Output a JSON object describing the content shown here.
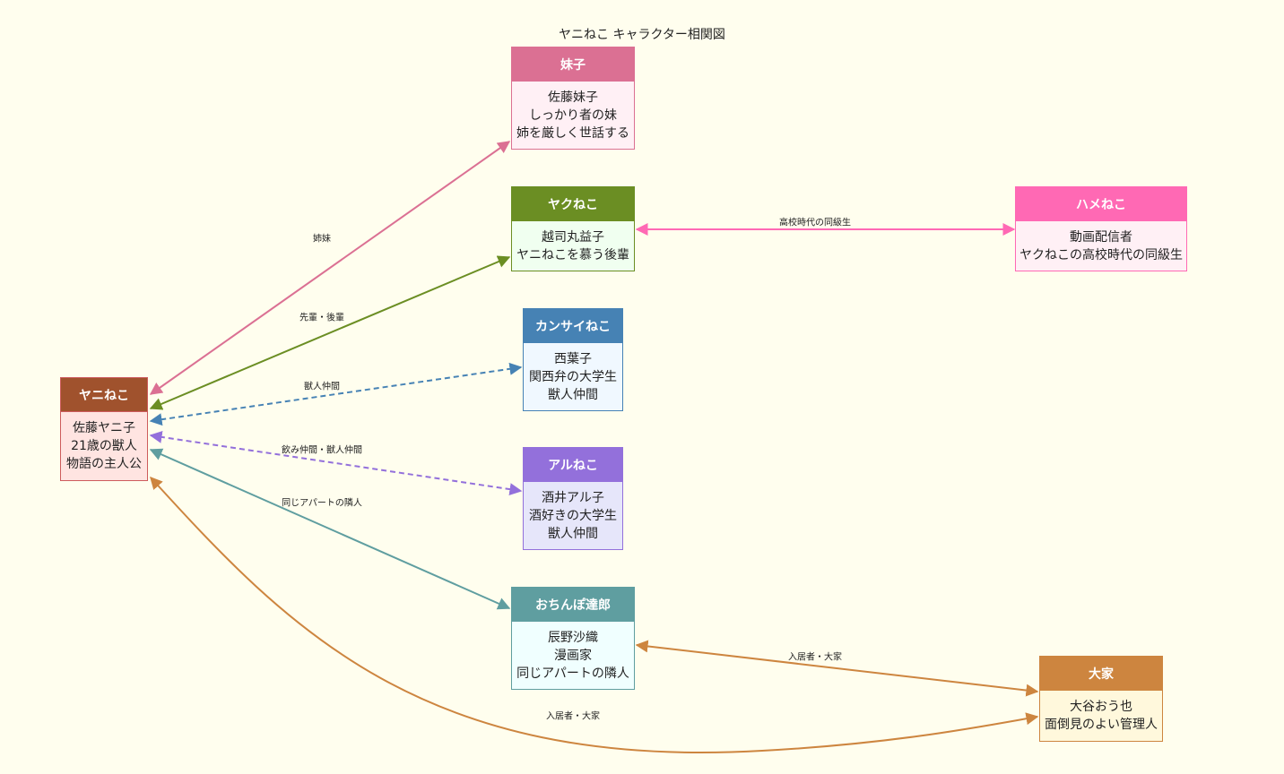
{
  "title": "ヤニねこ キャラクター相関図",
  "nodes": {
    "yani": {
      "head": "ヤニねこ",
      "lines": [
        "佐藤ヤニ子",
        "21歳の獣人",
        "物語の主人公"
      ],
      "head_color": "#a0522d",
      "border": "#cd5c5c",
      "body_color": "#ffe4e1"
    },
    "imo": {
      "head": "妹子",
      "lines": [
        "佐藤妹子",
        "しっかり者の妹",
        "姉を厳しく世話する"
      ],
      "head_color": "#db7093",
      "border": "#db7093",
      "body_color": "#fff0f5"
    },
    "yaku": {
      "head": "ヤクねこ",
      "lines": [
        "越司丸益子",
        "ヤニねこを慕う後輩"
      ],
      "head_color": "#6b8e23",
      "border": "#6b8e23",
      "body_color": "#f0fff0"
    },
    "hame": {
      "head": "ハメねこ",
      "lines": [
        "動画配信者",
        "ヤクねこの高校時代の同級生"
      ],
      "head_color": "#ff69b4",
      "border": "#ff69b4",
      "body_color": "#fff0f5"
    },
    "kansai": {
      "head": "カンサイねこ",
      "lines": [
        "西葉子",
        "関西弁の大学生",
        "獣人仲間"
      ],
      "head_color": "#4682b4",
      "border": "#4682b4",
      "body_color": "#f0f8ff"
    },
    "aru": {
      "head": "アルねこ",
      "lines": [
        "酒井アル子",
        "酒好きの大学生",
        "獣人仲間"
      ],
      "head_color": "#9370db",
      "border": "#9370db",
      "body_color": "#e6e6fa"
    },
    "ochin": {
      "head": "おちんぽ達郎",
      "lines": [
        "辰野沙織",
        "漫画家",
        "同じアパートの隣人"
      ],
      "head_color": "#5f9ea0",
      "border": "#5f9ea0",
      "body_color": "#f0ffff"
    },
    "ooya": {
      "head": "大家",
      "lines": [
        "大谷おう也",
        "面倒見のよい管理人"
      ],
      "head_color": "#cd853f",
      "border": "#cd853f",
      "body_color": "#fff8dc"
    }
  },
  "edges": [
    {
      "id": "e1",
      "label": "姉妹",
      "color": "#db7093",
      "dashed": false
    },
    {
      "id": "e2",
      "label": "先輩・後輩",
      "color": "#6b8e23",
      "dashed": false
    },
    {
      "id": "e3",
      "label": "獣人仲間",
      "color": "#4682b4",
      "dashed": true
    },
    {
      "id": "e4",
      "label": "飲み仲間・獣人仲間",
      "color": "#9370db",
      "dashed": true
    },
    {
      "id": "e5",
      "label": "同じアパートの隣人",
      "color": "#5f9ea0",
      "dashed": false
    },
    {
      "id": "e6",
      "label": "入居者・大家",
      "color": "#cd853f",
      "dashed": false
    },
    {
      "id": "e7",
      "label": "高校時代の同級生",
      "color": "#ff69b4",
      "dashed": false
    },
    {
      "id": "e8",
      "label": "入居者・大家",
      "color": "#cd853f",
      "dashed": false
    }
  ]
}
